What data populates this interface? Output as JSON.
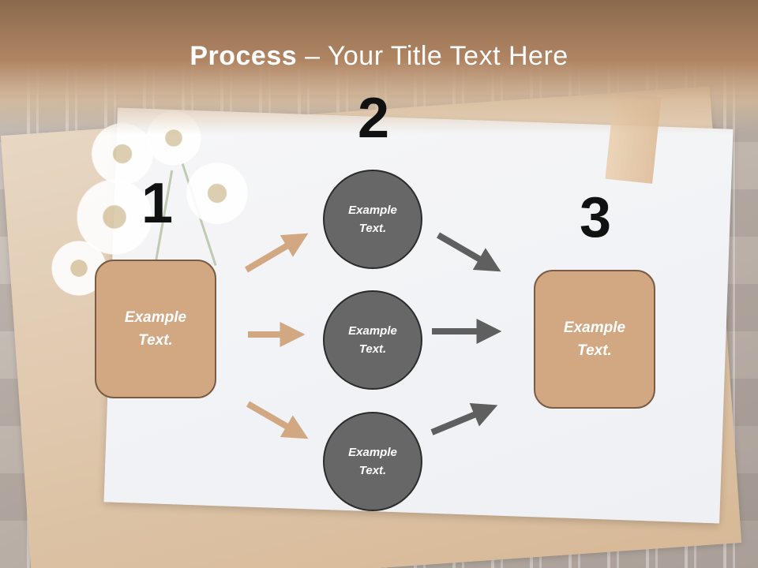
{
  "title": {
    "bold": "Process",
    "rest": " – Your Title Text Here"
  },
  "steps": {
    "one": {
      "number": "1",
      "text": "Example\nText."
    },
    "two": {
      "number": "2"
    },
    "three": {
      "number": "3",
      "text": "Example\nText."
    }
  },
  "circles": [
    {
      "text": "Example\nText."
    },
    {
      "text": "Example\nText."
    },
    {
      "text": "Example\nText."
    }
  ],
  "colors": {
    "box_fill": "#d1a882",
    "circle_fill": "#676767",
    "tan_arrow": "#d1a882",
    "gray_arrow": "#5f5f5f"
  }
}
